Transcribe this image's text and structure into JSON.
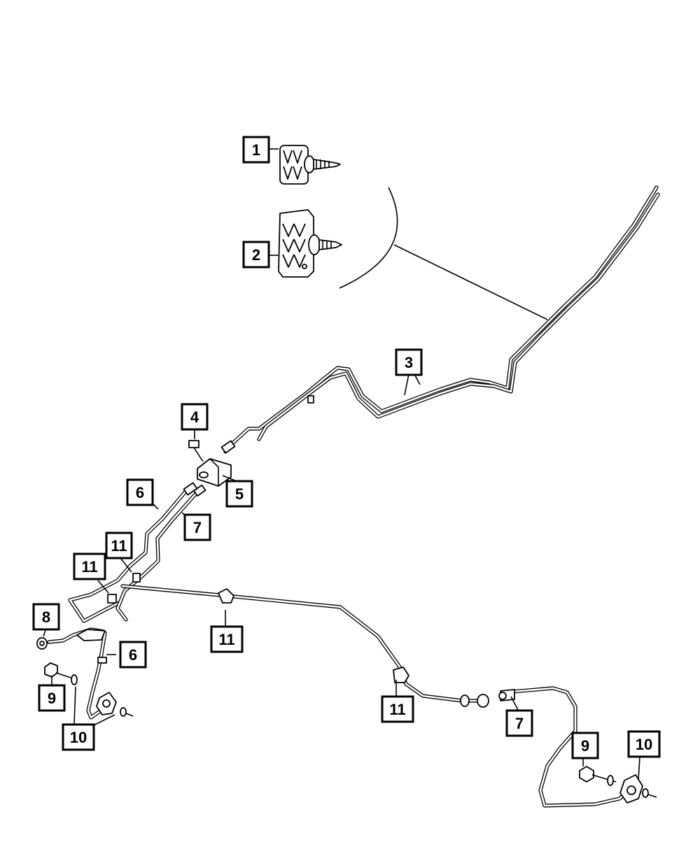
{
  "callouts": [
    {
      "id": "callout-1",
      "label": "1"
    },
    {
      "id": "callout-2",
      "label": "2"
    },
    {
      "id": "callout-3",
      "label": "3"
    },
    {
      "id": "callout-4",
      "label": "4"
    },
    {
      "id": "callout-5",
      "label": "5"
    },
    {
      "id": "callout-6-upper",
      "label": "6"
    },
    {
      "id": "callout-7-upper",
      "label": "7"
    },
    {
      "id": "callout-11-a",
      "label": "11"
    },
    {
      "id": "callout-11-b",
      "label": "11"
    },
    {
      "id": "callout-8",
      "label": "8"
    },
    {
      "id": "callout-6-lower",
      "label": "6"
    },
    {
      "id": "callout-11-c",
      "label": "11"
    },
    {
      "id": "callout-9-left",
      "label": "9"
    },
    {
      "id": "callout-10-left",
      "label": "10"
    },
    {
      "id": "callout-11-d",
      "label": "11"
    },
    {
      "id": "callout-7-lower",
      "label": "7"
    },
    {
      "id": "callout-9-right",
      "label": "9"
    },
    {
      "id": "callout-10-right",
      "label": "10"
    }
  ]
}
